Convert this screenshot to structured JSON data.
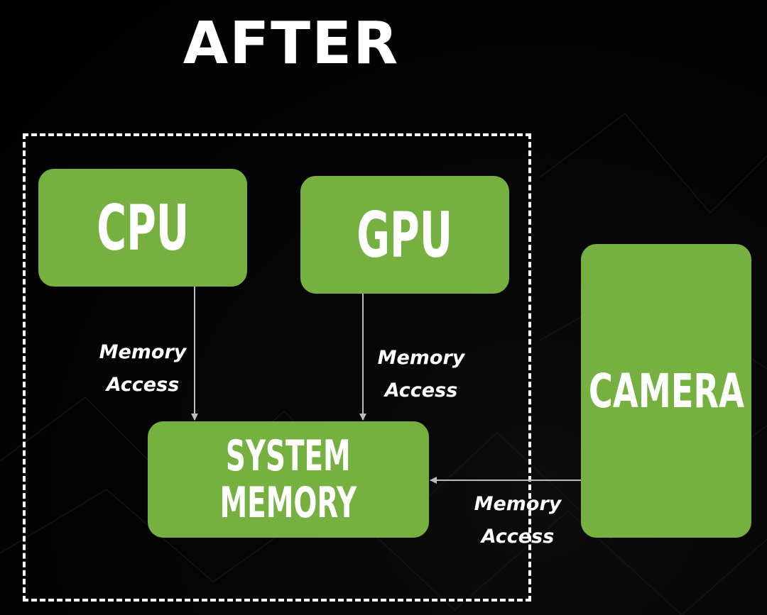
{
  "title": "AFTER",
  "nodes": {
    "cpu": "CPU",
    "gpu": "GPU",
    "system_memory_line1": "SYSTEM",
    "system_memory_line2": "MEMORY",
    "camera": "CAMERA"
  },
  "edges": [
    {
      "from": "cpu",
      "to": "system_memory",
      "label_line1": "Memory",
      "label_line2": "Access"
    },
    {
      "from": "gpu",
      "to": "system_memory",
      "label_line1": "Memory",
      "label_line2": "Access"
    },
    {
      "from": "camera",
      "to": "system_memory",
      "label_line1": "Memory",
      "label_line2": "Access"
    }
  ],
  "colors": {
    "background": "#000000",
    "node_fill": "#76b041",
    "text": "#ffffff",
    "frame": "#ffffff",
    "arrow": "#bdbdbd"
  }
}
